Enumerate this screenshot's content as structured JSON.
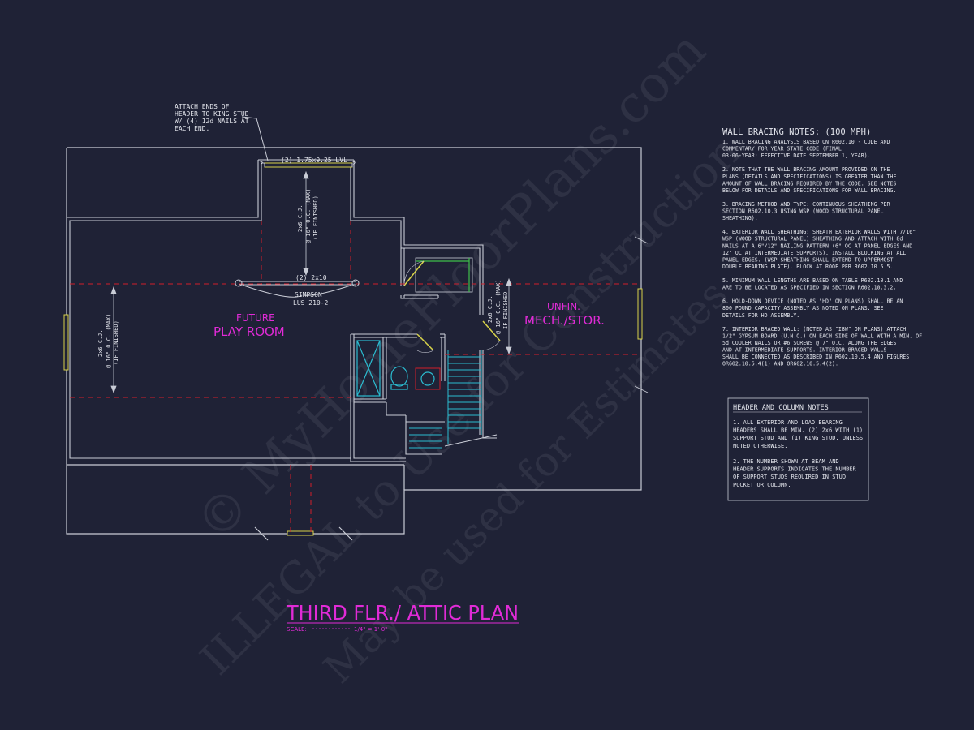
{
  "title": "THIRD FLR./ ATTIC PLAN",
  "scale": {
    "label": "SCALE:",
    "value": "1/4\" = 1'-0\""
  },
  "rooms": {
    "play_room": [
      "FUTURE",
      "PLAY ROOM"
    ],
    "mech": [
      "UNFIN.",
      "MECH./STOR."
    ]
  },
  "annotations": {
    "header_note": [
      "ATTACH ENDS OF",
      "HEADER TO KING STUD",
      "W/ (4) 12d NAILS AT",
      "EACH END."
    ],
    "lvl": "(2) 1.75x9.25 LVL",
    "lvl_studs_left": "2",
    "lvl_studs_right": "2",
    "beam_2x10": "(2) 2x10",
    "simpson": [
      "SIMPSON",
      "LUS 210-2"
    ],
    "cj_center": [
      "2x6 C.J.",
      "@ 16\" O.C. (MAX)",
      "(IF FINISHED)"
    ],
    "cj_left": [
      "2x6 C.J.",
      "@ 16\" O.C. (MAX)",
      "(IF FINISHED)"
    ],
    "cj_right": [
      "2x6 C.J.",
      "@ 16\" O.C. (MAX)",
      "IF FINISHED"
    ]
  },
  "wall_bracing": {
    "title": "WALL BRACING NOTES: (100 MPH)",
    "lines": [
      "1. WALL BRACING ANALYSIS BASED ON R602.10 - CODE AND",
      "COMMENTARY FOR YEAR STATE CODE (FINAL",
      "03-06-YEAR; EFFECTIVE DATE SEPTEMBER 1, YEAR).",
      "",
      "2. NOTE THAT THE WALL BRACING AMOUNT PROVIDED ON THE",
      "PLANS (DETAILS AND SPECIFICATIONS) IS GREATER THAN THE",
      "AMOUNT OF WALL BRACING REQUIRED BY THE CODE. SEE NOTES",
      "BELOW FOR DETAILS AND SPECIFICATIONS FOR WALL BRACING.",
      "",
      "3. BRACING METHOD AND TYPE: CONTINUOUS SHEATHING PER",
      "SECTION R602.10.3 USING WSP (WOOD STRUCTURAL PANEL",
      "SHEATHING).",
      "",
      "4. EXTERIOR WALL SHEATHING: SHEATH EXTERIOR WALLS WITH 7/16\"",
      "WSP (WOOD STRUCTURAL PANEL) SHEATHING AND ATTACH WITH 8d",
      "NAILS AT A 6\"/12\" NAILING PATTERN (6\" OC AT PANEL EDGES AND",
      "12\" OC AT INTERMEDIATE SUPPORTS). INSTALL BLOCKING AT ALL",
      "PANEL EDGES. (WSP SHEATHING SHALL EXTEND TO UPPERMOST",
      "DOUBLE BEARING PLATE). BLOCK AT ROOF PER R602.10.5.5.",
      "",
      "5. MINIMUM WALL LENGTHS ARE BASED ON TABLE R602.10.1 AND",
      "ARE TO BE LOCATED AS SPECIFIED IN SECTION R602.10.3.2.",
      "",
      "6. HOLD-DOWN DEVICE (NOTED AS \"HD\" ON PLANS) SHALL BE AN",
      "800 POUND CAPACITY ASSEMBLY AS NOTED ON PLANS. SEE",
      "DETAILS FOR HD ASSEMBLY.",
      "",
      "7. INTERIOR BRACED WALL: (NOTED AS \"IBW\" ON PLANS) ATTACH",
      "1/2\" GYPSUM BOARD (U.N.O.) ON EACH SIDE OF WALL WITH A MIN. OF",
      "5d COOLER NAILS OR #6 SCREWS @ 7\" O.C. ALONG THE EDGES",
      "AND AT INTERMEDIATE SUPPORTS.  INTERIOR BRACED WALLS",
      "SHALL BE CONNECTED AS DESCRIBED IN R602.10.5.4 AND FIGURES",
      "OR602.10.5.4(1) AND OR602.10.5.4(2)."
    ]
  },
  "header_notes": {
    "title": "HEADER AND COLUMN NOTES",
    "lines": [
      "1. ALL EXTERIOR AND LOAD BEARING",
      "HEADERS SHALL BE MIN. (2) 2x6 WITH (1)",
      "SUPPORT STUD AND (1) KING STUD, UNLESS",
      "NOTED OTHERWISE.",
      "",
      "2. THE NUMBER SHOWN AT BEAM AND",
      "HEADER SUPPORTS INDICATES THE NUMBER",
      "OF SUPPORT STUDS REQUIRED IN STUD",
      "POCKET OR COLUMN."
    ]
  },
  "watermark": {
    "line1": "© MyHomeFloorPlans.com",
    "line2": "ILLEGAL to Use for Construction",
    "line3": "May be used for Estimates"
  },
  "colors": {
    "background": "#1f2236",
    "wall": "#c9ccd6",
    "red_dash": "#d21f2b",
    "magenta": "#e12bd7",
    "cyan": "#2bbcd0",
    "yellow": "#d8d34a",
    "green": "#3fbf4a"
  }
}
